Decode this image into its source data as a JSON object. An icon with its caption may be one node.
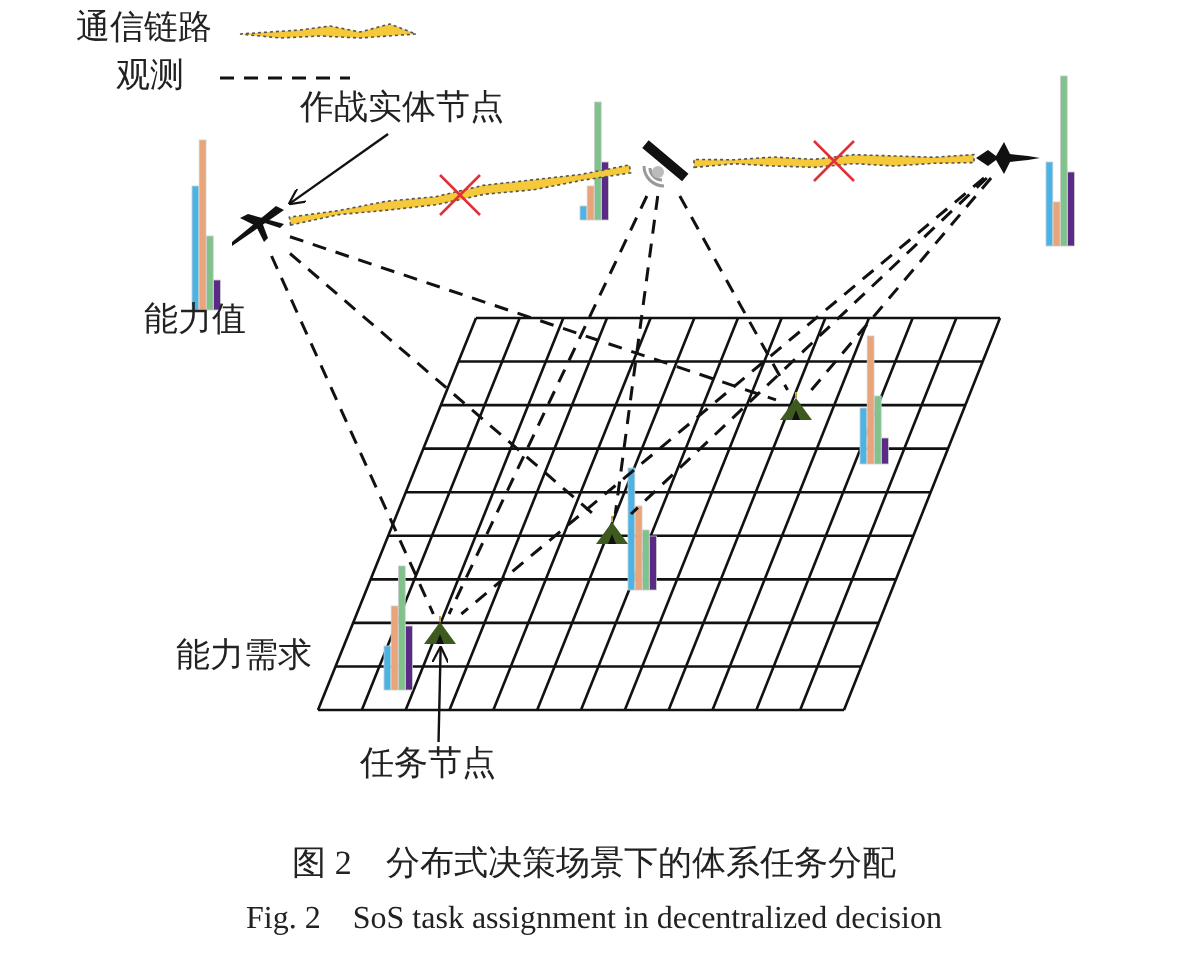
{
  "diagram": {
    "caption": "图 2　分布式决策场景下的体系任务分配",
    "nodes": [
      {
        "text": [
          "作战实体节点"
        ]
      },
      {
        "text": [],
        "shape": "aircraft"
      },
      {
        "text": [],
        "shape": "satellite"
      },
      {
        "text": [],
        "shape": "aircraft"
      },
      {
        "text": [],
        "shape": "tent"
      },
      {
        "text": [],
        "shape": "tent"
      },
      {
        "text": [],
        "shape": "tent"
      },
      {
        "text": [
          "任务节点"
        ]
      }
    ],
    "edges": [
      {
        "from": 0,
        "to": 1,
        "arrow": "to"
      },
      {
        "from": 1,
        "to": 2,
        "arrow": "none",
        "color": "#f5c93a"
      },
      {
        "from": 2,
        "to": 3,
        "arrow": "none",
        "color": "#f5c93a"
      },
      {
        "from": 1,
        "to": 4,
        "arrow": "none",
        "style": "dashed"
      },
      {
        "from": 1,
        "to": 5,
        "arrow": "none",
        "style": "dashed"
      },
      {
        "from": 1,
        "to": 6,
        "arrow": "none",
        "style": "dashed"
      },
      {
        "from": 2,
        "to": 4,
        "arrow": "none",
        "style": "dashed"
      },
      {
        "from": 2,
        "to": 5,
        "arrow": "none",
        "style": "dashed"
      },
      {
        "from": 2,
        "to": 6,
        "arrow": "none",
        "style": "dashed"
      },
      {
        "from": 3,
        "to": 4,
        "arrow": "none",
        "style": "dashed"
      },
      {
        "from": 3,
        "to": 5,
        "arrow": "none",
        "style": "dashed"
      },
      {
        "from": 3,
        "to": 6,
        "arrow": "none",
        "style": "dashed"
      },
      {
        "from": 7,
        "to": 4,
        "arrow": "to"
      }
    ],
    "labels": [
      "能力值",
      "能力需求",
      "Fig. 2　SoS task assignment in decentralized decision"
    ],
    "legend": [
      {
        "text": "通信链路"
      },
      {
        "text": "观测"
      }
    ]
  }
}
